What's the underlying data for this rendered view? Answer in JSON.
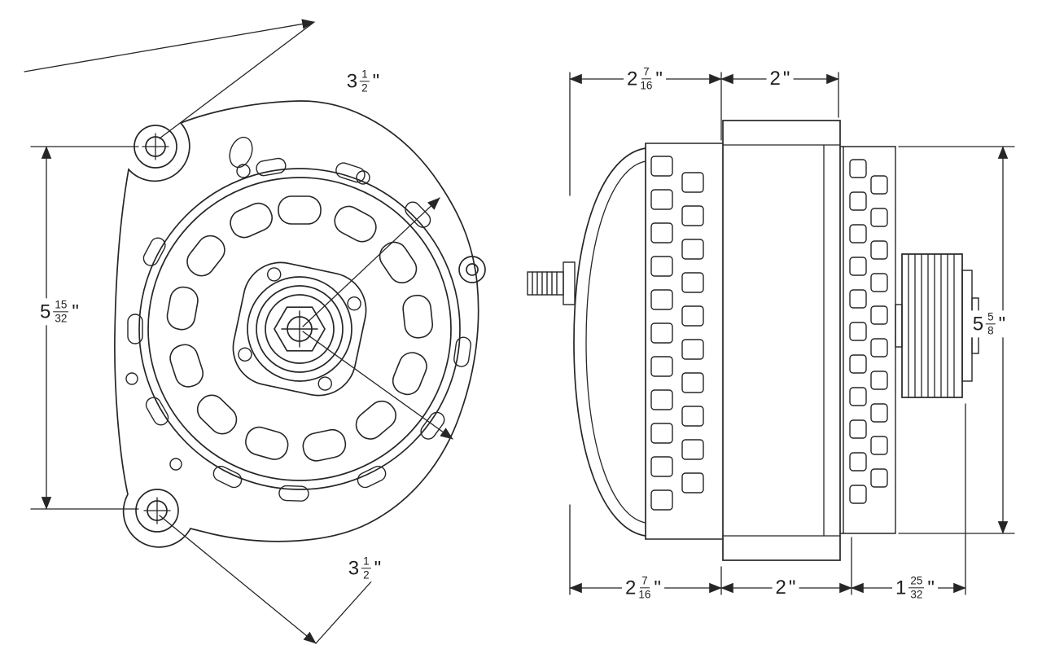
{
  "drawing": {
    "subject": "Alternator two-view dimensioned technical drawing",
    "line_color": "#262626",
    "background": "#ffffff"
  },
  "dims": {
    "front_top": {
      "whole": "3",
      "num": "1",
      "den": "2",
      "unit": "\""
    },
    "front_height": {
      "whole": "5",
      "num": "15",
      "den": "32",
      "unit": "\""
    },
    "front_bottom": {
      "whole": "3",
      "num": "1",
      "den": "2",
      "unit": "\""
    },
    "side_top_rear": {
      "whole": "2",
      "num": "7",
      "den": "16",
      "unit": "\""
    },
    "side_top_front": {
      "whole": "2",
      "unit": "\""
    },
    "side_height": {
      "whole": "5",
      "num": "5",
      "den": "8",
      "unit": "\""
    },
    "side_bottom_rear": {
      "whole": "2",
      "num": "7",
      "den": "16",
      "unit": "\""
    },
    "side_bottom_mid": {
      "whole": "2",
      "unit": "\""
    },
    "side_bottom_pulley": {
      "whole": "1",
      "num": "25",
      "den": "32",
      "unit": "\""
    }
  }
}
